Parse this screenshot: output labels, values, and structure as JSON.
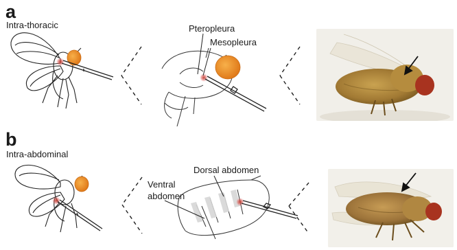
{
  "panels": {
    "a": {
      "letter": "a",
      "subtitle": "Intra-thoracic"
    },
    "b": {
      "letter": "b",
      "subtitle": "Intra-abdominal"
    }
  },
  "labels": {
    "pteropleura": "Pteropleura",
    "mesopleura": "Mesopleura",
    "dorsal_abdomen": "Dorsal abdomen",
    "ventral_abdomen": "Ventral\nabdomen"
  },
  "colors": {
    "eye": "#f39a2e",
    "eye_dark": "#d9761a",
    "injection": "#c0392b",
    "line": "#222222",
    "photo_bg": "#f3f1ec",
    "fly_body": "#b0893f",
    "fly_dark": "#7a5a22",
    "fly_eye": "#a8331f"
  },
  "icons": [
    "needle-icon",
    "arrow-icon"
  ]
}
